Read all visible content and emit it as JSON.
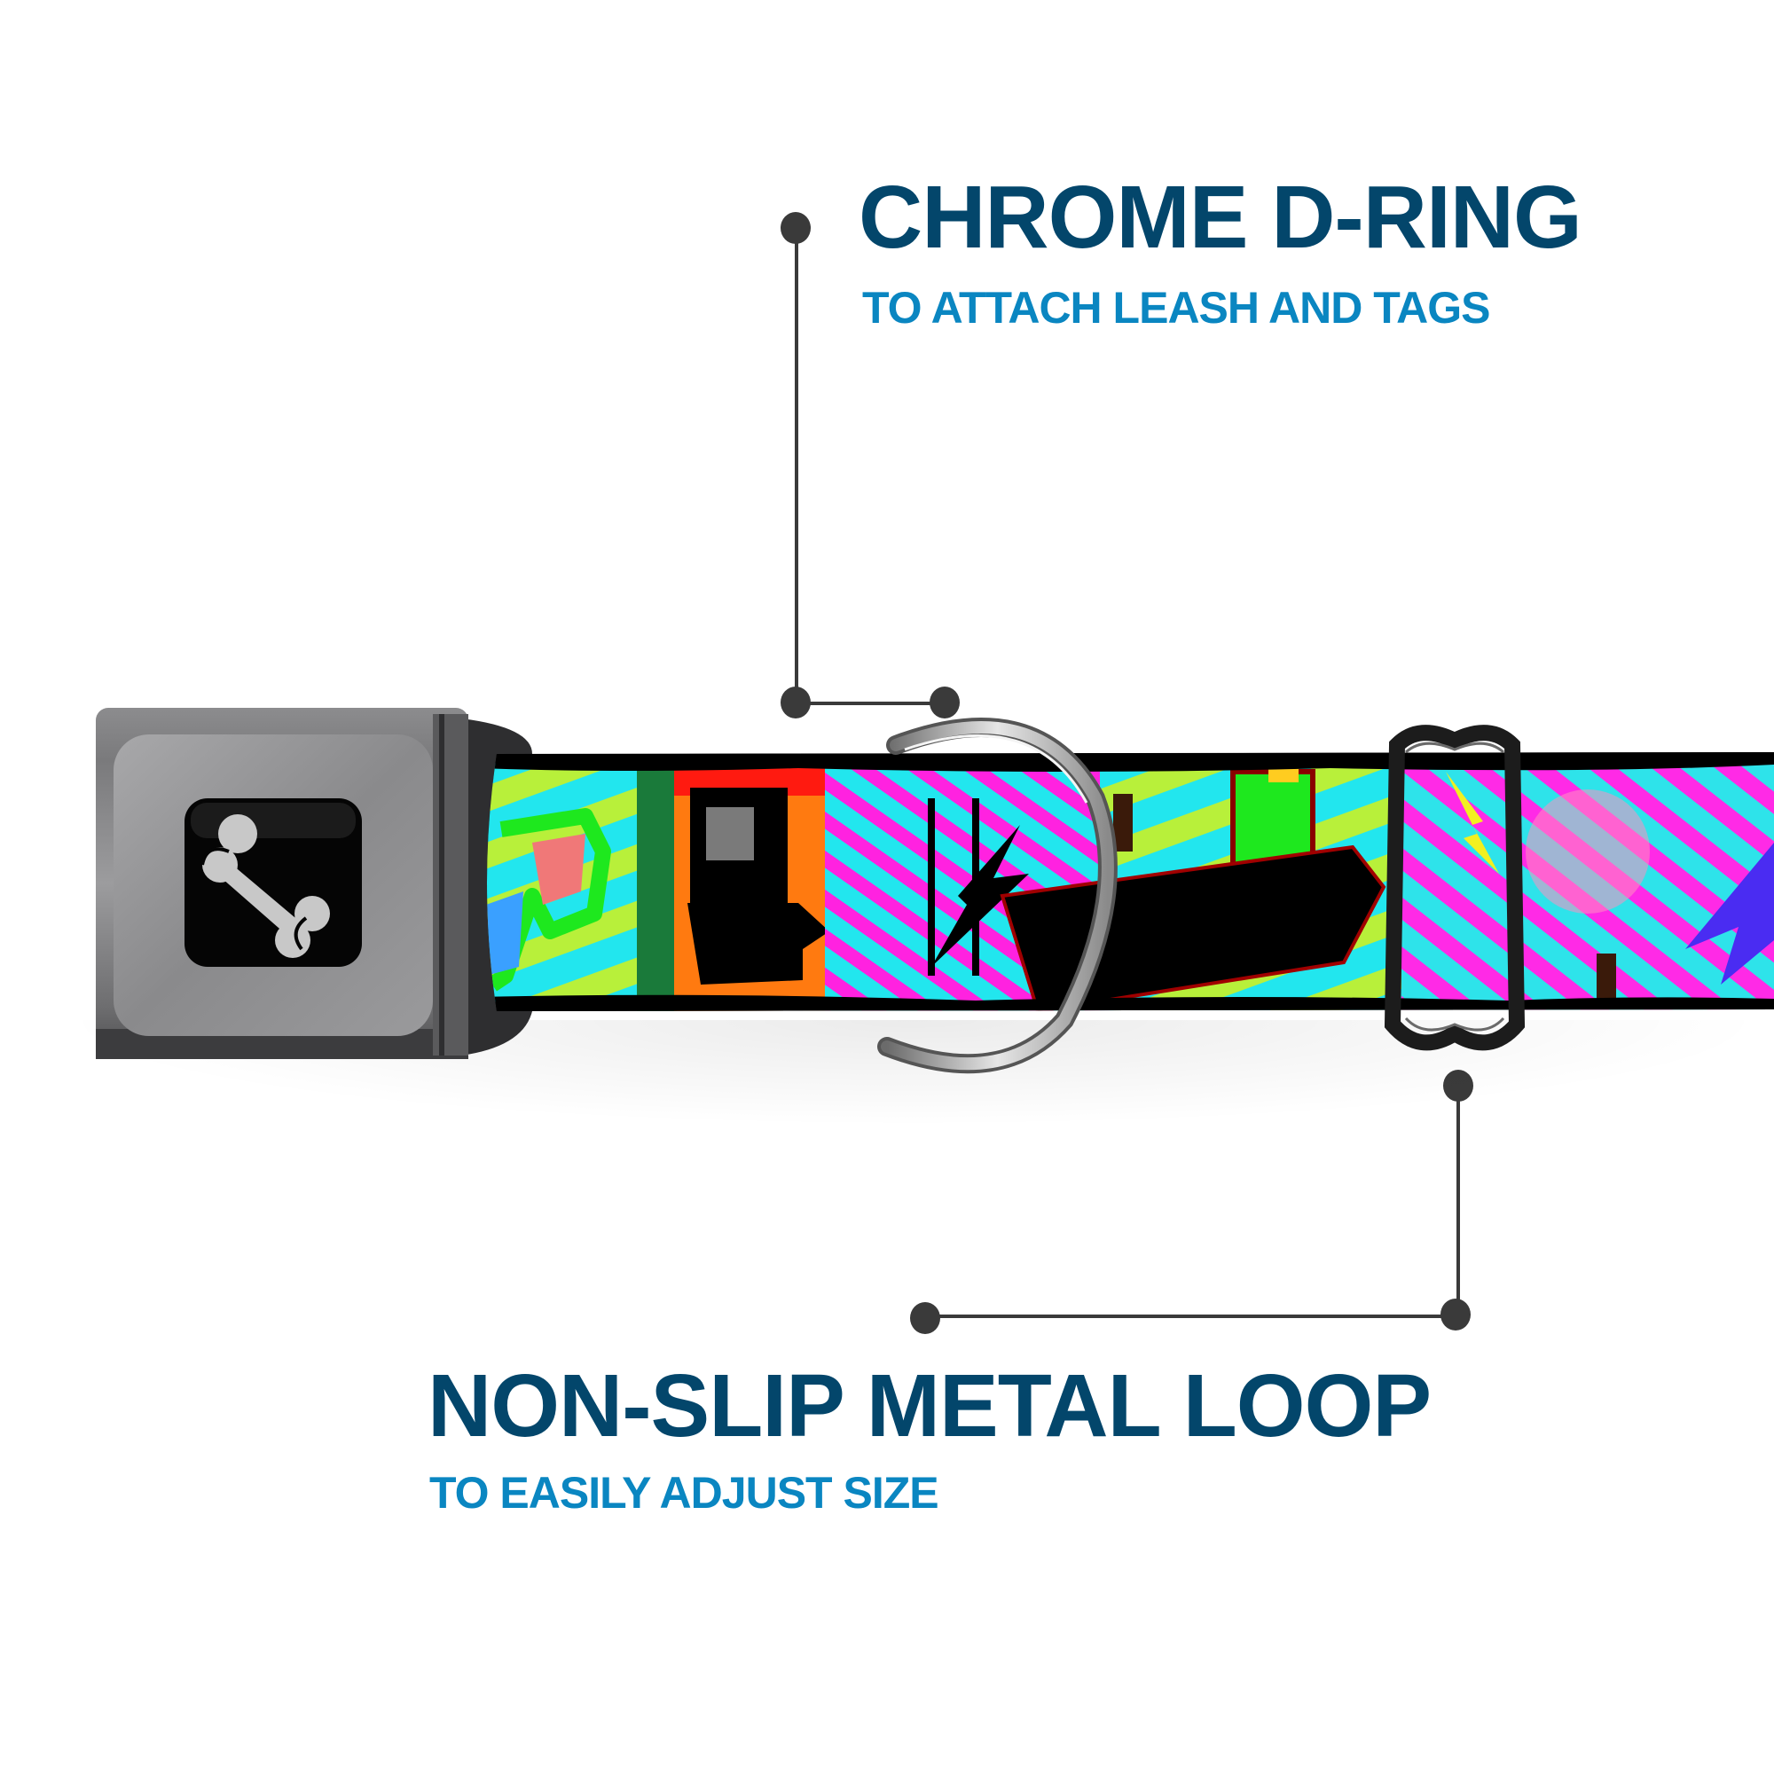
{
  "callouts": {
    "d_ring": {
      "title": "CHROME D-RING",
      "subtitle": "TO ATTACH LEASH AND TAGS"
    },
    "metal_loop": {
      "title": "NON-SLIP METAL LOOP",
      "subtitle": "TO EASILY ADJUST SIZE"
    }
  },
  "product": {
    "buckle_icon": "bone-icon",
    "pattern_motifs": [
      "3d-glasses",
      "arcade-cabinet",
      "lightning-bolt",
      "air-hockey-table",
      "arcade-cabinet",
      "lightning-bolt"
    ]
  },
  "colors": {
    "title": "#03466b",
    "subtitle": "#0a86c1",
    "connector": "#3a3a3a",
    "cyan": "#22e6ee",
    "magenta": "#ff22e0",
    "lime": "#b8f03a",
    "green": "#1ee81e",
    "orange": "#ff7a10",
    "red": "#ff1a10"
  }
}
